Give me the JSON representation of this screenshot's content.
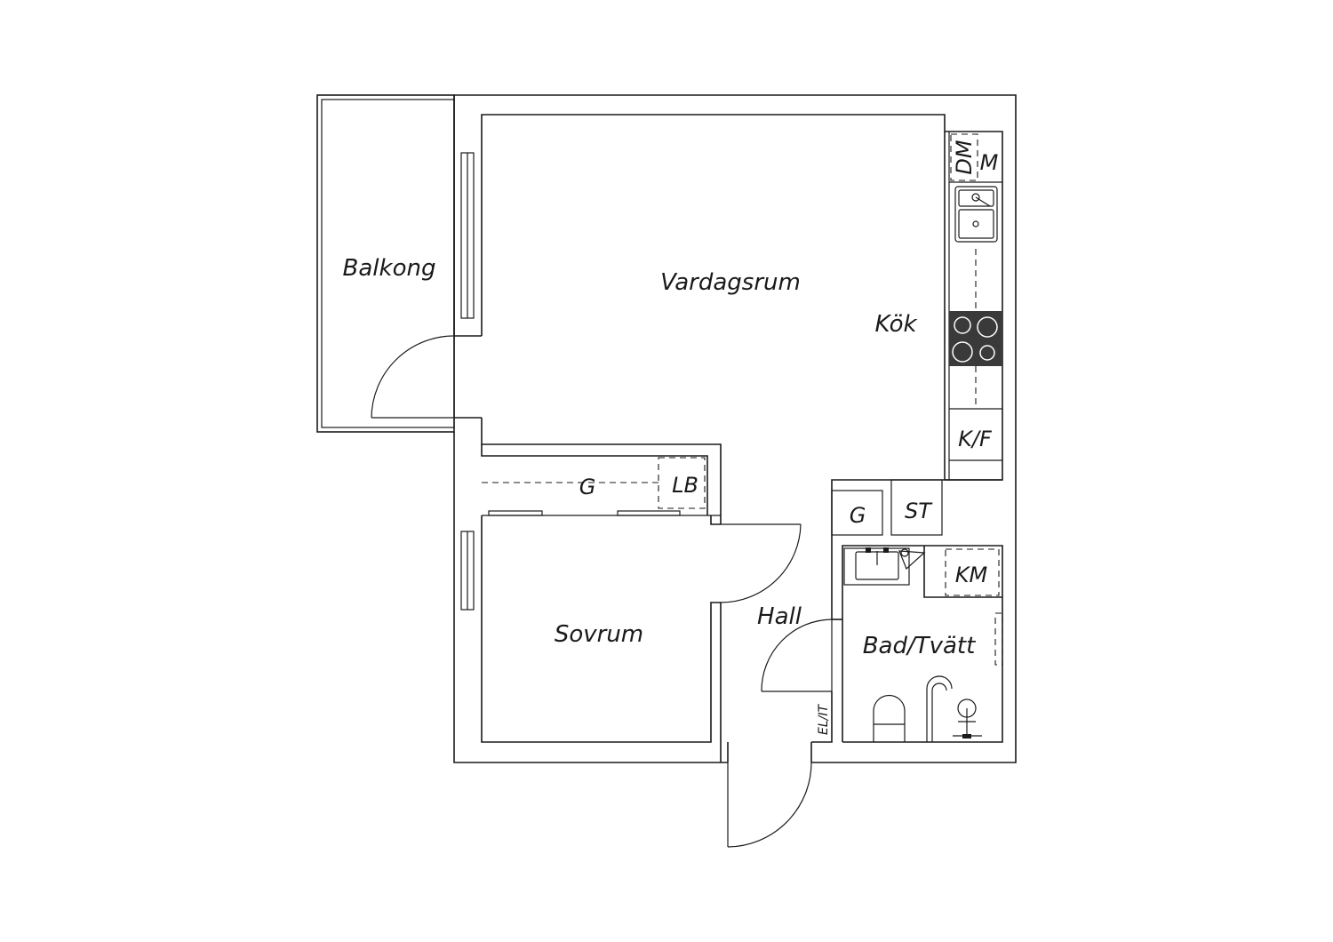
{
  "rooms": {
    "balkong": "Balkong",
    "vardagsrum": "Vardagsrum",
    "kok": "Kök",
    "sovrum": "Sovrum",
    "hall": "Hall",
    "bad": "Bad/Tvätt"
  },
  "fixtures": {
    "dm": "DM",
    "m": "M",
    "kf": "K/F",
    "g_bedroom": "G",
    "lb": "LB",
    "g_hall": "G",
    "st": "ST",
    "km": "KM",
    "elit": "EL/IT"
  },
  "icons": [
    "sink-icon",
    "stove-icon",
    "toilet-icon",
    "shower-icon",
    "washbasin-icon"
  ]
}
